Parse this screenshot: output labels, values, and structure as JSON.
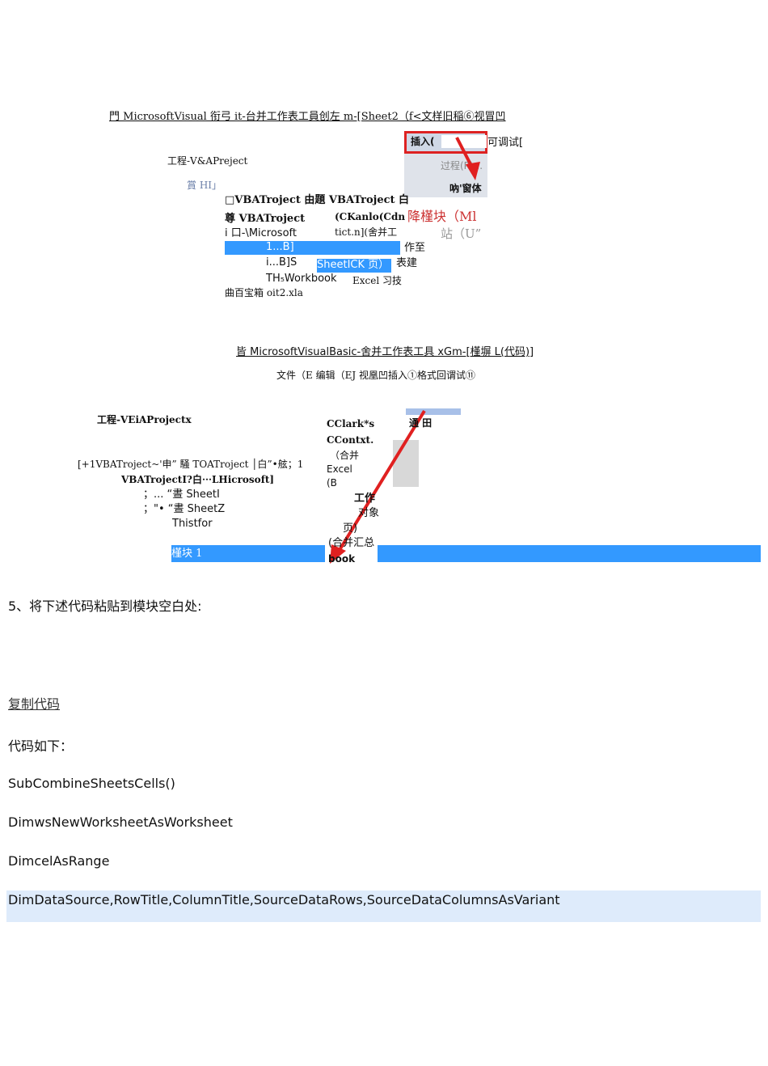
{
  "shot1": {
    "title": "門 MicrosoftVisual 衔弓 it-台并工作表工員创左 m-[Sheet2（f<文样旧稲⑥视冒凹",
    "project_label": "工程-V&APreject",
    "toolbar_glyph": "賞 HI」",
    "menu_insert": "插入(",
    "menu_debug": "可调试[",
    "menu_procedure": "过程(P)...",
    "menu_user_form": "吶'窗体",
    "menu_module": "降槿块（Ml",
    "menu_class": "站（U”",
    "tree": [
      "□VBATroject 由題 VBATroject 白",
      "尊 VBATroject",
      "i 口-\\Microsoft",
      "1...B]",
      "i...B]S",
      "TH₅Workbook",
      "曲百宝箱 oit2.xla"
    ],
    "right_col": [
      "(CKanlo(Cdn",
      "tict.n](舍并工",
      "作至",
      "Excel 习技",
      "表建"
    ],
    "selected_sheet": "SheetICK 页）"
  },
  "shot2": {
    "title": "皆 MicrosoftVisualBasic-舍并工作表工具 xGm-[槿塀 L(代码)]",
    "menu": "文件（E 编辑（EJ 视凰凹插入①格式回谓试⑪",
    "project_label": "工程-VEiAProjectx",
    "objects": [
      "CClark*s",
      "CContxt.",
      "（合并",
      "Excel",
      "(B",
      "工作",
      "对象",
      "页)",
      "(合并汇总",
      "book"
    ],
    "tree": [
      "[+1VBATroject~'申” 騒 TOATroject │白”•舷；1",
      "VBATrojectI?白⋯LHicrosoft]",
      "；... “晝 SheetI",
      "；\"• “晝 SheetZ",
      "Thistfor",
      "槿块 1"
    ],
    "tool_glyph": "通 田"
  },
  "step5": "5、将下述代码粘贴到模块空白处:",
  "copy_code": "复制代码",
  "code_intro": "代码如下：",
  "code_lines": [
    "SubCombineSheetsCells()",
    "DimwsNewWorksheetAsWorksheet",
    "DimcelAsRange",
    "DimDataSource,RowTitle,ColumnTitle,SourceDataRows,SourceDataColumnsAsVariant"
  ],
  "colors": {
    "selection": "#3399ff",
    "arrow": "#e02020",
    "code_highlight": "#deebfb"
  }
}
